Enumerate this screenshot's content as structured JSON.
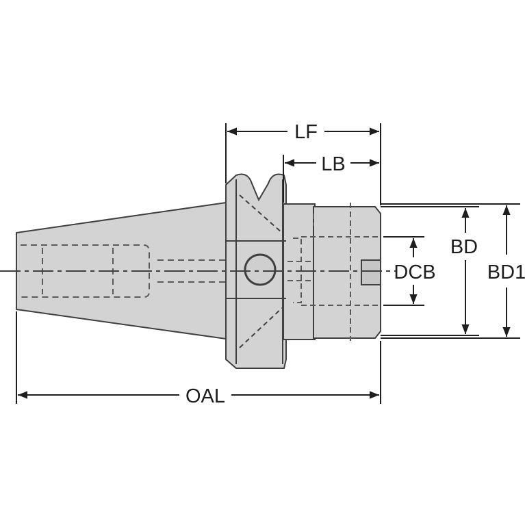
{
  "drawing": {
    "part": "tool-holder-side-view",
    "colors": {
      "body_fill": "#d3d3d3",
      "body_edge": "#3f3f3f",
      "hidden_line": "#5a5a5a",
      "dimension": "#1e1e1e",
      "background": "#ffffff"
    },
    "labels": {
      "lf": "LF",
      "lb": "LB",
      "bd": "BD",
      "dcb": "DCB",
      "bd1": "BD1",
      "oal": "OAL"
    }
  }
}
